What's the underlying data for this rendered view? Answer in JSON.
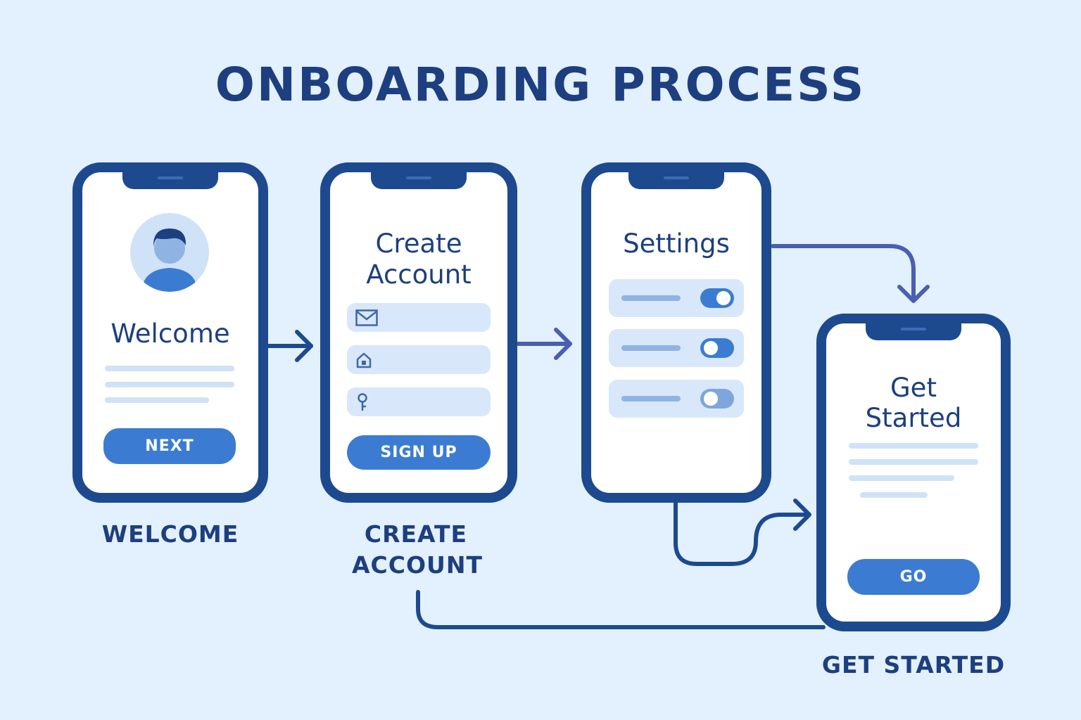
{
  "title": "ONBOARDING PROCESS",
  "colors": {
    "background": "#e3f0fd",
    "phone_frame": "#1d4a8e",
    "accent": "#3b7cd2",
    "field": "#d8e8fa",
    "connector": "#1d4a8e"
  },
  "screens": {
    "welcome": {
      "title": "Welcome",
      "button": "NEXT",
      "caption": "WELCOME",
      "icon": "user-avatar-icon"
    },
    "create_account": {
      "title_line1": "Create",
      "title_line2": "Account",
      "fields": [
        {
          "icon": "mail-icon"
        },
        {
          "icon": "lock-icon"
        },
        {
          "icon": "key-icon"
        }
      ],
      "button": "SIGN UP",
      "caption_line1": "CREATE",
      "caption_line2": "ACCOUNT"
    },
    "settings": {
      "title": "Settings",
      "toggles": [
        {
          "state": "on"
        },
        {
          "state": "off"
        },
        {
          "state": "off"
        }
      ]
    },
    "get_started": {
      "title_line1": "Get",
      "title_line2": "Started",
      "button": "GO",
      "caption": "GET STARTED"
    }
  }
}
